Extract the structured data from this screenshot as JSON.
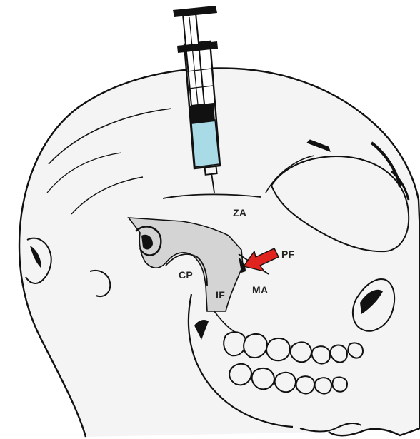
{
  "labels": {
    "za": "ZA",
    "pf": "PF",
    "cp": "CP",
    "if": "IF",
    "ma": "MA"
  },
  "colors": {
    "outline": "#111111",
    "bone_fill": "#f4f4f4",
    "highlight_region": "#d4d4d4",
    "syringe_liquid": "#a9dbe6",
    "plunger": "#111111",
    "arrow": "#e0231f"
  },
  "icons": {
    "syringe": "syringe-icon",
    "indicator": "red-arrow-icon"
  }
}
